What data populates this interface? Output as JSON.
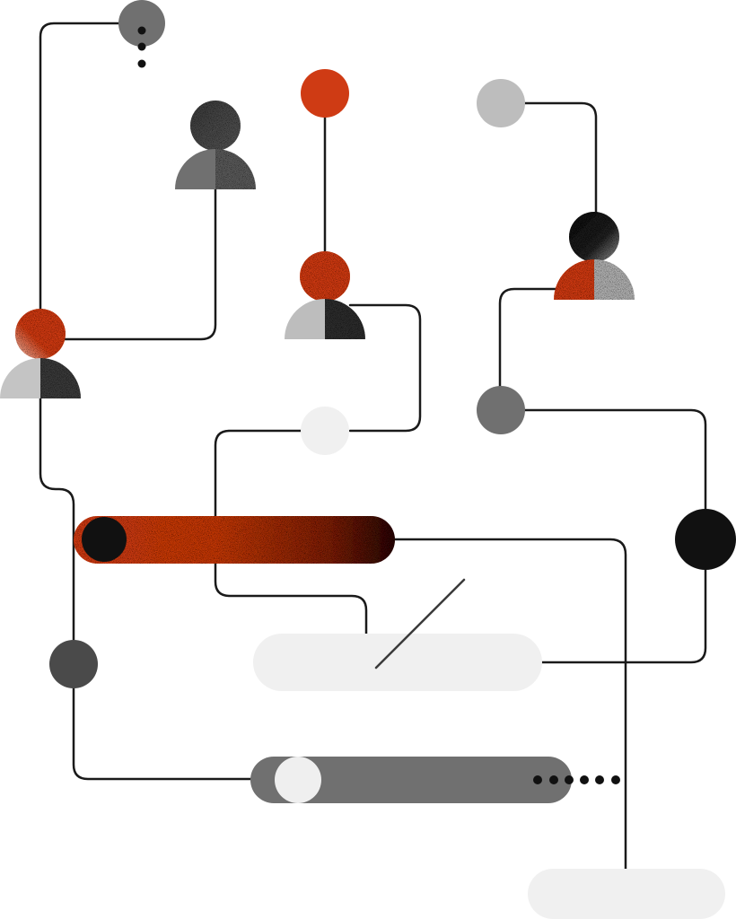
{
  "illustration": {
    "subject": "network-of-people-and-connectors",
    "colors": {
      "background": "#ffffff",
      "line": "#1a1a1a",
      "accent": "#cf3b14",
      "black": "#111111",
      "dark_gray": "#4a4a4a",
      "mid_gray": "#707070",
      "light_gray": "#bdbdbd",
      "pale_gray": "#f0f0f0"
    },
    "nodes": [
      {
        "name": "node-top-left-gray",
        "color": "mid_gray"
      },
      {
        "name": "node-top-orange",
        "color": "accent"
      },
      {
        "name": "node-top-right-light",
        "color": "light_gray"
      },
      {
        "name": "node-pale-center",
        "color": "pale_gray"
      },
      {
        "name": "node-right-gray",
        "color": "mid_gray"
      },
      {
        "name": "node-right-black",
        "color": "black"
      },
      {
        "name": "node-left-dark",
        "color": "dark_gray"
      }
    ],
    "people": [
      {
        "name": "person-top-dark",
        "head_color": "dark_gray"
      },
      {
        "name": "person-left-orange",
        "head_color": "accent"
      },
      {
        "name": "person-center-orange",
        "head_color": "accent"
      },
      {
        "name": "person-right-black",
        "head_color": "black"
      }
    ],
    "bars": [
      {
        "name": "bar-orange-gradient",
        "color": "accent"
      },
      {
        "name": "bar-pale-wide",
        "color": "pale_gray"
      },
      {
        "name": "bar-gray",
        "color": "mid_gray"
      },
      {
        "name": "bar-pale-bottom",
        "color": "pale_gray"
      }
    ]
  }
}
